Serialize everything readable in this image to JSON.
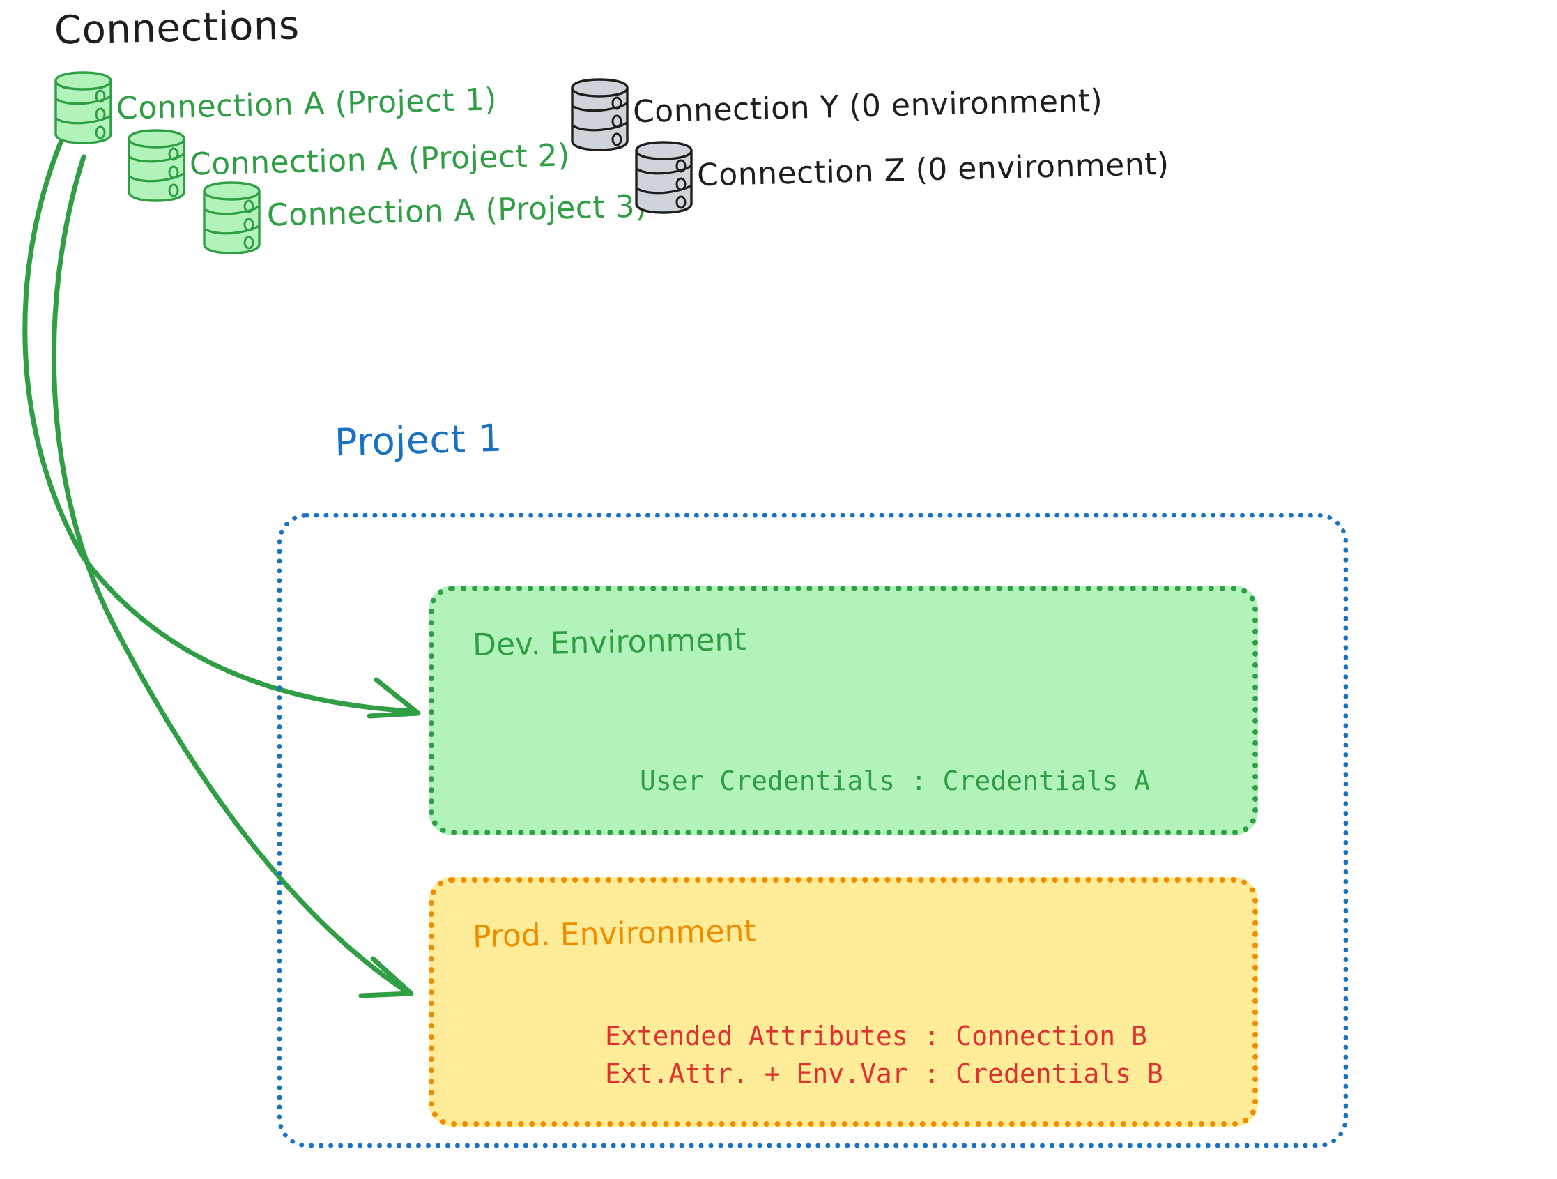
{
  "diagram": {
    "title": "Connections",
    "title_color": "#1e1e1e",
    "background": "#ffffff"
  },
  "connections": {
    "green": [
      {
        "label": "Connection A (Project 1)",
        "color": "#2f9e44",
        "fill": "#b2f2bb",
        "icon": "database-icon"
      },
      {
        "label": "Connection A (Project 2)",
        "color": "#2f9e44",
        "fill": "#b2f2bb",
        "icon": "database-icon"
      },
      {
        "label": "Connection A (Project 3)",
        "color": "#2f9e44",
        "fill": "#b2f2bb",
        "icon": "database-icon"
      }
    ],
    "gray": [
      {
        "label": "Connection Y (0 environment)",
        "color": "#1e1e1e",
        "fill": "#ced4da",
        "icon": "database-icon"
      },
      {
        "label": "Connection Z (0 environment)",
        "color": "#1e1e1e",
        "fill": "#ced4da",
        "icon": "database-icon"
      }
    ]
  },
  "project": {
    "name": "Project 1",
    "border_color": "#1971c2",
    "environments": [
      {
        "name": "Dev. Environment",
        "fill": "#b2f2bb",
        "border_color": "#2f9e44",
        "text_color": "#2f9e44",
        "lines": [
          "User Credentials : Credentials A"
        ]
      },
      {
        "name": "Prod. Environment",
        "fill": "#ffec99",
        "border_color": "#f08c00",
        "text_color": "#e03131",
        "lines": [
          "Extended Attributes : Connection B",
          "Ext.Attr. + Env.Var : Credentials B"
        ]
      }
    ]
  },
  "arrows": {
    "color": "#2f9e44",
    "count": 2,
    "from": "Connection A (Project 1)",
    "to": [
      "Dev. Environment",
      "Prod. Environment"
    ]
  }
}
